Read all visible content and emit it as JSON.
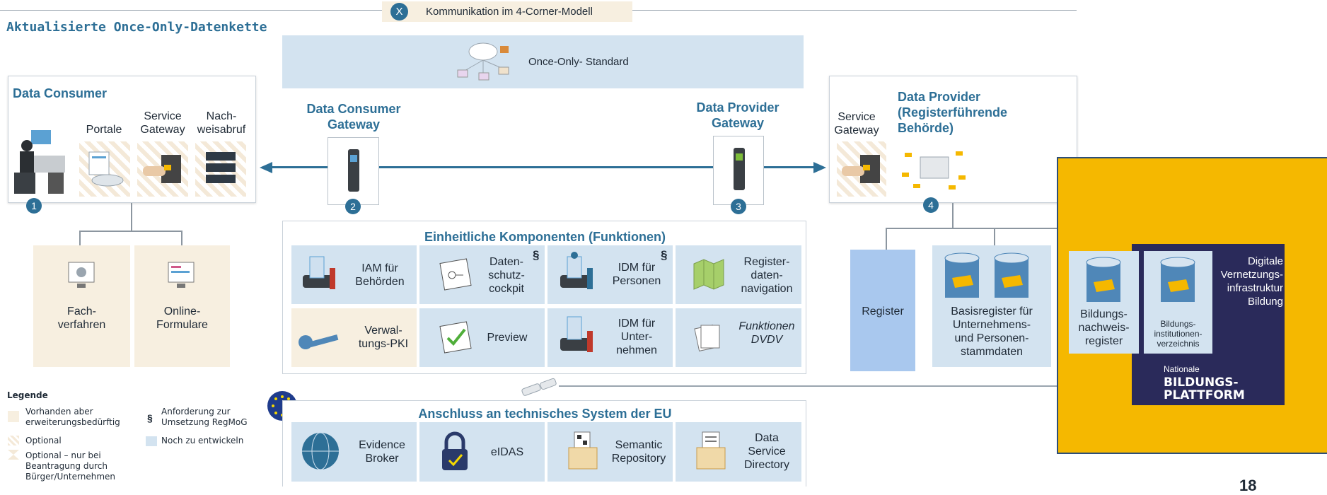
{
  "header": {
    "badge": "X",
    "tab_label": "Kommunikation im 4-Corner-Modell",
    "title": "Aktualisierte Once-Only-Datenkette"
  },
  "top_band": {
    "label": "Once-Only- Standard"
  },
  "consumer": {
    "title": "Data Consumer",
    "col_portale": "Portale",
    "col_service_gateway": "Service\nGateway",
    "col_nachweisabruf": "Nach-\nweisabruf",
    "badge": "1",
    "fachverfahren": "Fach-\nverfahren",
    "online_formulare": "Online-\nFormulare"
  },
  "gateways": {
    "consumer_title": "Data Consumer\nGateway",
    "consumer_badge": "2",
    "provider_title": "Data Provider\nGateway",
    "provider_badge": "3"
  },
  "provider": {
    "service_gateway": "Service\nGateway",
    "title": "Data Provider\n(Registerführende\nBehörde)",
    "badge": "4",
    "register": "Register",
    "basisregister": "Basisregister für\nUnternehmens-\nund Personen-\nstammdaten"
  },
  "komponenten": {
    "title": "Einheitliche Komponenten (Funktionen)",
    "cells": [
      {
        "label": "IAM für\nBehörden"
      },
      {
        "label": "Daten-\nschutz-\ncockpit",
        "mark": "§"
      },
      {
        "label": "IDM für\nPersonen",
        "mark": "§"
      },
      {
        "label": "Register-\ndaten-\nnavigation"
      },
      {
        "label": "Verwal-\ntungs-PKI"
      },
      {
        "label": "Preview"
      },
      {
        "label": "IDM für\nUnter-\nnehmen"
      },
      {
        "label": "Funktionen\nDVDV"
      }
    ]
  },
  "eu": {
    "title": "Anschluss an technisches System der EU",
    "cells": [
      {
        "label": "Evidence\nBroker"
      },
      {
        "label": "eIDAS"
      },
      {
        "label": "Semantic\nRepository"
      },
      {
        "label": "Data\nService\nDirectory"
      }
    ]
  },
  "legend": {
    "title": "Legende",
    "items": [
      "Vorhanden aber\nerweiterungsbedürftig",
      "Optional",
      "Optional – nur bei\nBeantragung durch\nBürger/Unternehmen",
      "Anforderung zur\nUmsetzung RegMoG",
      "Noch zu entwickeln"
    ],
    "para_mark": "§"
  },
  "bildung": {
    "nachweisregister": "Bildungs-\nnachweis-\nregister",
    "institutionen": "Bildungs-\ninstitutionen-\nverzeichnis",
    "digitale": "Digitale\nVernetzungs-\ninfrastruktur\nBildung",
    "nationale": "Nationale",
    "plattform": "BILDUNGS-\nPLATTFORM"
  },
  "page_number": "18",
  "colors": {
    "accent_blue": "#2d6f96",
    "light_blue": "#d3e3f0",
    "beige": "#f7efe0",
    "yellow": "#f5b800",
    "navy": "#2a2a5a",
    "register_blue": "#a9c8ee"
  }
}
